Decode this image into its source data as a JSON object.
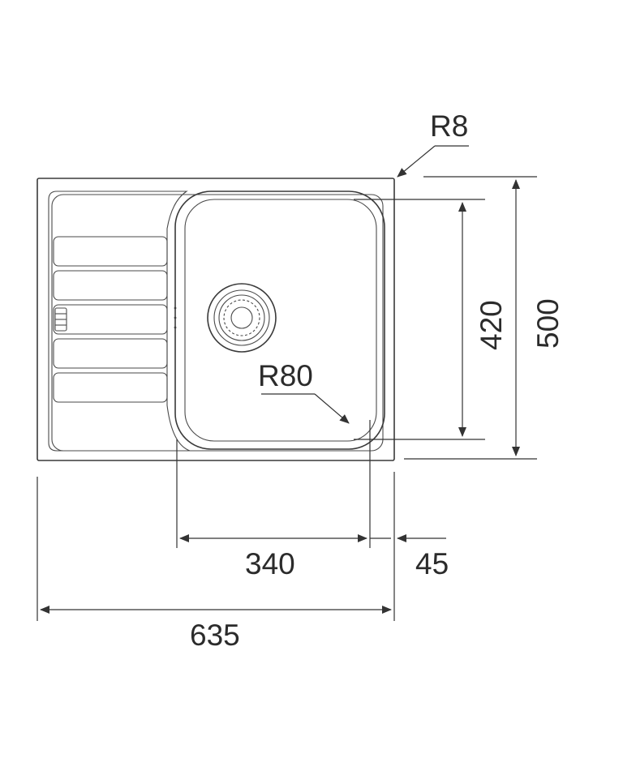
{
  "dimensions": {
    "corner_radius": "R8",
    "bowl_radius": "R80",
    "bowl_height": "420",
    "overall_height": "500",
    "bowl_width": "340",
    "rim_offset": "45",
    "overall_width": "635"
  },
  "colors": {
    "line": "#3a3a3a",
    "text": "#2b2b2b",
    "background": "#ffffff"
  }
}
